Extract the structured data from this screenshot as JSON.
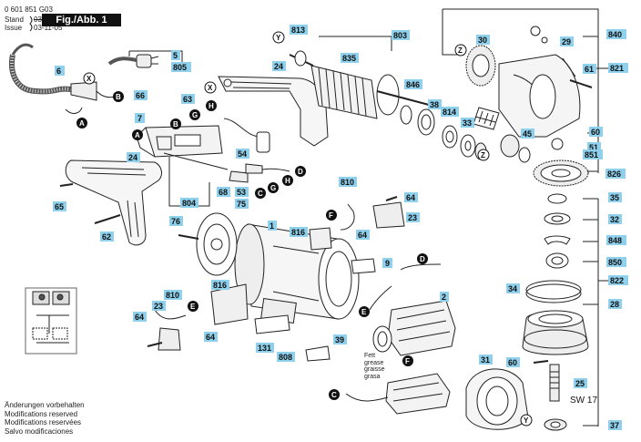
{
  "header": {
    "doc_number": "0 601 851 G03",
    "stand_label": "Stand",
    "stand_value": "03-02",
    "issue_label": "Issue",
    "issue_value": "03-11-05",
    "figure_label": "Fig./Abb. 1"
  },
  "notes": [
    "Änderungen vorbehalten",
    "Modifications reserved",
    "Modifications reservées",
    "Salvo modificaciones"
  ],
  "grease_text": [
    "Fett",
    "grease",
    "graisse",
    "grasa"
  ],
  "sw_label": "SW 17",
  "part_labels": {
    "p5": "5",
    "p805": "805",
    "p6": "6",
    "p66": "66",
    "p63": "63",
    "p7": "7",
    "p24a": "24",
    "p24b": "24",
    "p813": "813",
    "p835": "835",
    "p803": "803",
    "p846": "846",
    "p38": "38",
    "p814": "814",
    "p33": "33",
    "p30": "30",
    "p840": "840",
    "p29": "29",
    "p61": "61",
    "p821": "821",
    "p60a": "60",
    "p51": "51",
    "p851": "851",
    "p45": "45",
    "p826": "826",
    "p54": "54",
    "p68": "68",
    "p53": "53",
    "p804": "804",
    "p65": "65",
    "p62": "62",
    "p76": "76",
    "p75": "75",
    "p1": "1",
    "p810a": "810",
    "p64a": "64",
    "p23a": "23",
    "p816a": "816",
    "p64b": "64",
    "p9": "9",
    "p2": "2",
    "p35": "35",
    "p32": "32",
    "p848": "848",
    "p850": "850",
    "p822": "822",
    "p34": "34",
    "p28": "28",
    "p810b": "810",
    "p23b": "23",
    "p816b": "816",
    "p64c": "64",
    "p64d": "64",
    "p131": "131",
    "p808": "808",
    "p39": "39",
    "p31": "31",
    "p60b": "60",
    "p25": "25",
    "p37": "37"
  },
  "circle_labels": {
    "X1": "X",
    "B1": "B",
    "A1": "A",
    "X2": "X",
    "B2": "B",
    "G1": "G",
    "H1": "H",
    "A2": "A",
    "Y1": "Y",
    "Z1": "Z",
    "Z2": "Z",
    "D1": "D",
    "H2": "H",
    "G2": "G",
    "C1": "C",
    "F1": "F",
    "E1": "E",
    "D2": "D",
    "E2": "E",
    "F2": "F",
    "C2": "C",
    "Y2": "Y"
  },
  "colors": {
    "label_fill": "#8fd0ec",
    "ink": "#111111"
  }
}
